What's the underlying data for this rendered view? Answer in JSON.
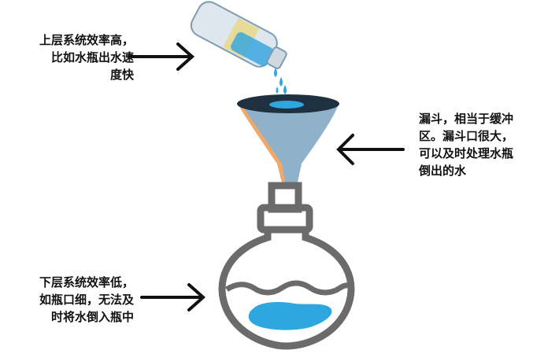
{
  "labels": {
    "top": [
      "上层系统效率高，",
      "比如水瓶出水速",
      "度快"
    ],
    "right": [
      "漏斗，相当于缓冲",
      "区。漏斗口很大，",
      "可以及时处理水瓶",
      "倒出的水"
    ],
    "bottom": [
      "下层系统效率低，",
      "如瓶口细，无法及",
      "时将水倒入瓶中"
    ]
  },
  "colors": {
    "arrow": "#111111",
    "funnel_fill": "#8fb1c9",
    "funnel_edge": "#f2a968",
    "water": "#2ea7df",
    "flask_outline": "#6b6b6b",
    "bottle_body": "#dfe7ee"
  }
}
